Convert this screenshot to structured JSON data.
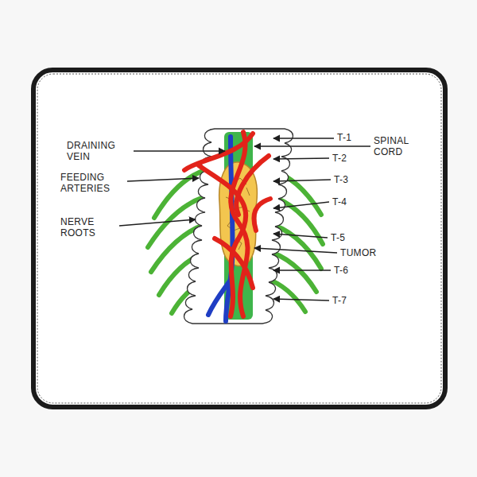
{
  "diagram": {
    "labels": [
      "DRAINING VEIN",
      "T-1",
      "SPINAL CORD",
      "T-2",
      "FEEDING ARTERIES",
      "T-3",
      "T-4",
      "NERVE ROOTS",
      "T-5",
      "TUMOR",
      "T-6",
      "T-7"
    ]
  }
}
